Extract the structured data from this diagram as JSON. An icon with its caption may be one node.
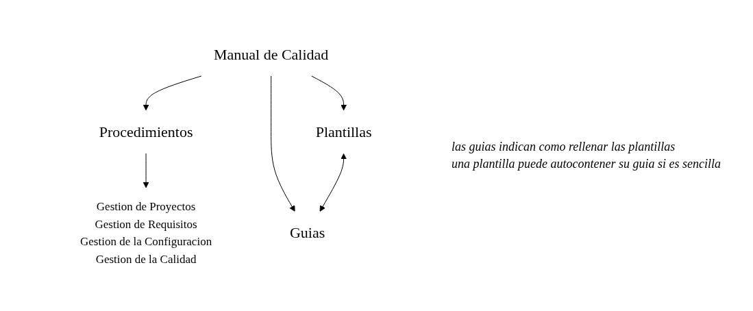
{
  "diagram": {
    "nodes": [
      {
        "text": [
          "Manual de Calidad"
        ]
      },
      {
        "text": [
          "Procedimientos"
        ]
      },
      {
        "text": [
          "Plantillas"
        ]
      },
      {
        "text": [
          "Guias"
        ]
      },
      {
        "text": [
          "Gestion de Proyectos",
          "Gestion de Requisitos",
          "Gestion de la Configuracion",
          "Gestion de la Calidad"
        ]
      }
    ],
    "edges": [
      {
        "from": 0,
        "to": 1,
        "arrow": "to"
      },
      {
        "from": 0,
        "to": 2,
        "arrow": "to"
      },
      {
        "from": 0,
        "to": 3,
        "arrow": "to"
      },
      {
        "from": 1,
        "to": 4,
        "arrow": "to"
      },
      {
        "from": 2,
        "to": 3,
        "arrow": "both"
      }
    ],
    "labels": [
      "las guias indican como rellenar las plantillas",
      "una plantilla puede autocontener su guia si es sencilla"
    ]
  }
}
